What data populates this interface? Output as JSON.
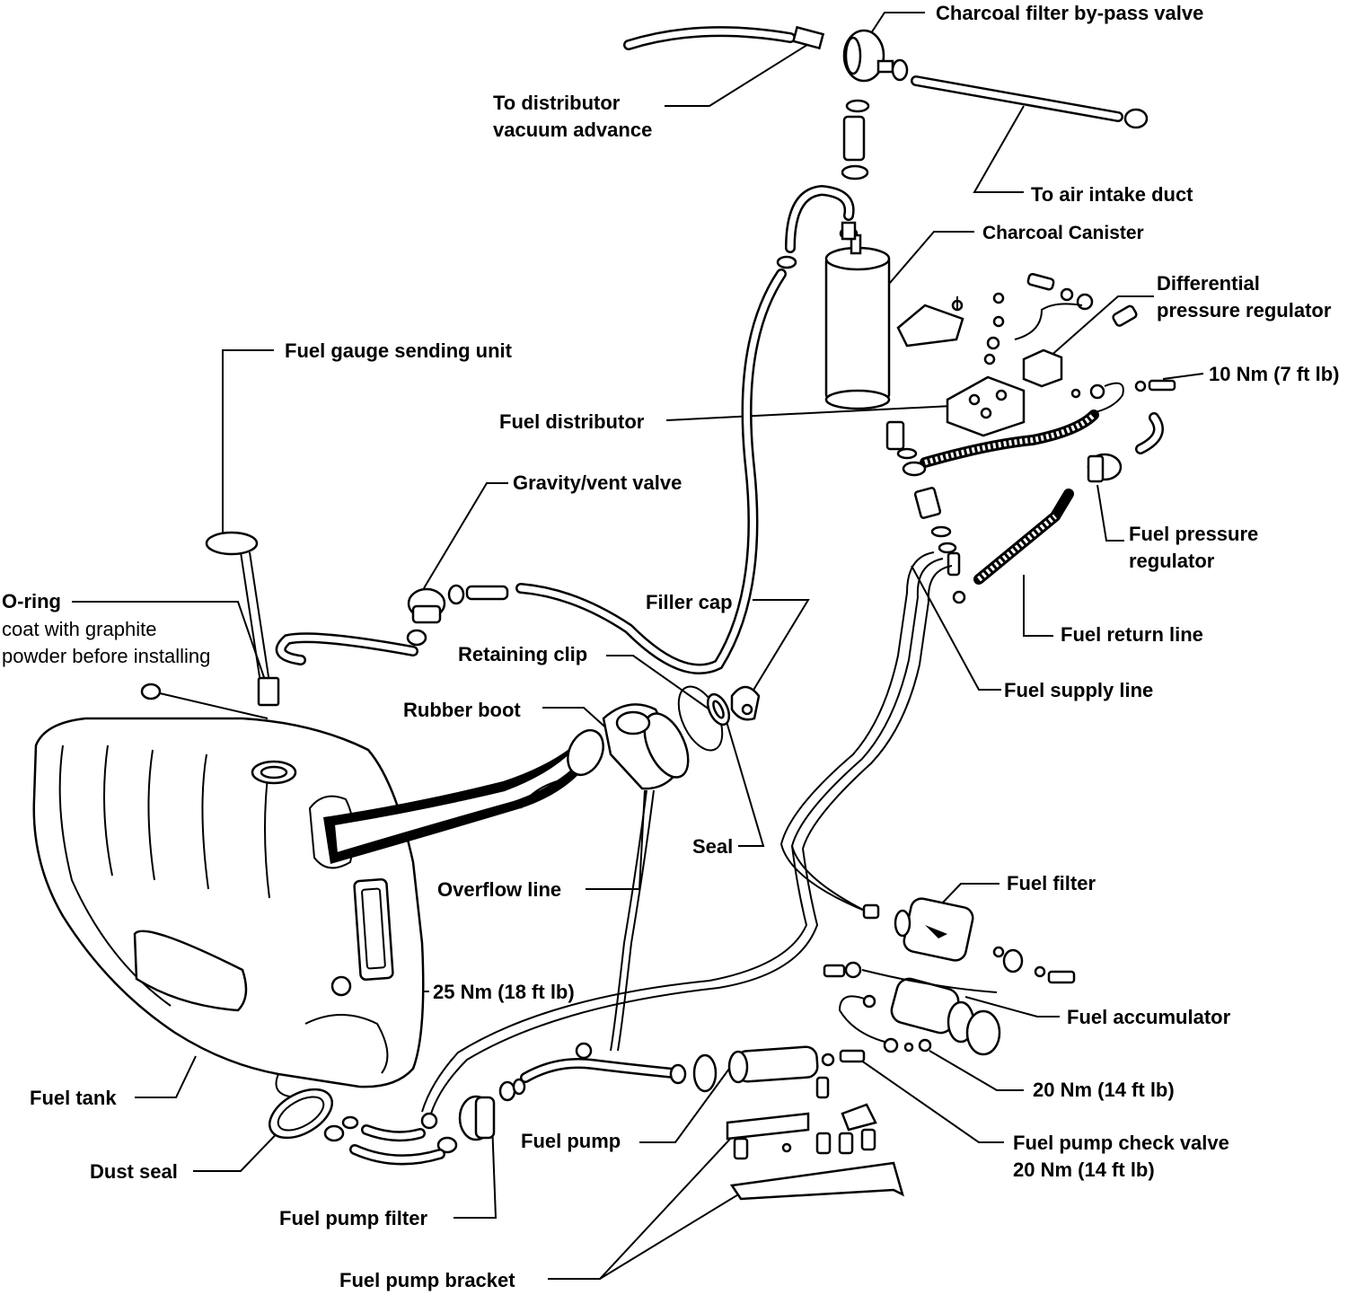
{
  "labels": {
    "bypass_valve": "Charcoal filter by-pass valve",
    "distributor_vacuum_1": "To distributor",
    "distributor_vacuum_2": "vacuum advance",
    "air_intake": "To air intake duct",
    "charcoal_canister": "Charcoal Canister",
    "diff_pressure_1": "Differential",
    "diff_pressure_2": "pressure regulator",
    "torque_10": "10 Nm (7 ft lb)",
    "fuel_gauge": "Fuel gauge sending unit",
    "fuel_distributor": "Fuel distributor",
    "gravity_vent": "Gravity/vent valve",
    "fuel_pressure_reg_1": "Fuel pressure",
    "fuel_pressure_reg_2": "regulator",
    "oring": "O-ring",
    "oring_note_1": "coat with graphite",
    "oring_note_2": "powder before installing",
    "filler_cap": "Filler cap",
    "fuel_return": "Fuel return line",
    "retaining_clip": "Retaining clip",
    "rubber_boot": "Rubber boot",
    "fuel_supply": "Fuel supply line",
    "seal": "Seal",
    "overflow": "Overflow line",
    "fuel_filter": "Fuel filter",
    "torque_25": "25 Nm (18 ft lb)",
    "fuel_accumulator": "Fuel accumulator",
    "torque_20": "20 Nm (14 ft lb)",
    "fuel_tank": "Fuel tank",
    "fuel_pump": "Fuel pump",
    "check_valve_1": "Fuel pump check valve",
    "check_valve_2": "20 Nm (14 ft lb)",
    "dust_seal": "Dust seal",
    "fuel_pump_filter": "Fuel pump filter",
    "fuel_pump_bracket": "Fuel pump bracket"
  }
}
